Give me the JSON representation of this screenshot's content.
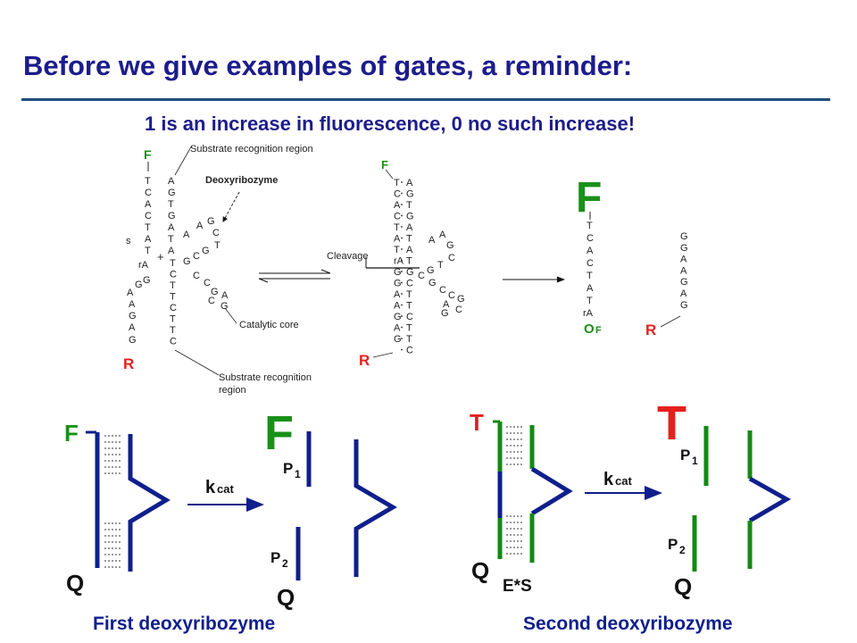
{
  "title": "Before we give examples of gates, a reminder:",
  "subtitle": "1 is an increase in fluorescence, 0 no such increase!",
  "colors": {
    "title": "#1c1c8c",
    "rule": "#1f4e79",
    "green": "#199119",
    "red": "#e6201c",
    "navy": "#0f1f8c",
    "dnaGreen": "#128a12"
  },
  "top": {
    "labels": {
      "f": "F",
      "s": "s",
      "r": "R",
      "plus": "+",
      "ra": "rA",
      "substrate_top": "Substrate recognition region",
      "deoxyribozyme": "Deoxyribozyme",
      "catalytic_core": "Catalytic core",
      "substrate_bottom_1": "Substrate recognition",
      "substrate_bottom_2": "region",
      "cleavage": "Cleavage",
      "of": "O",
      "of_sub": "F"
    },
    "strand1_col1": [
      "T",
      "C",
      "A",
      "C",
      "T",
      "A",
      "T"
    ],
    "strand1_loop": [
      "G",
      "G",
      "A",
      "A",
      "G",
      "A",
      "G"
    ],
    "strand2_col": [
      "A",
      "G",
      "T",
      "G",
      "A",
      "T",
      "A"
    ],
    "strand2_lower": [
      "T",
      "C",
      "T",
      "T",
      "C",
      "T",
      "T",
      "C"
    ],
    "core_bases": [
      "A",
      "A",
      "G",
      "C",
      "T",
      "G",
      "C",
      "G",
      "C",
      "C",
      "G",
      "A",
      "C",
      "G"
    ],
    "complex_left": [
      "T",
      "C",
      "A",
      "C",
      "T",
      "A",
      "T",
      "rA",
      "G",
      "G",
      "A",
      "A",
      "G",
      "A",
      "G"
    ],
    "complex_right": [
      "A",
      "G",
      "T",
      "G",
      "A",
      "T",
      "A",
      "T",
      "G",
      "C",
      "T",
      "T",
      "C",
      "T",
      "T",
      "C"
    ],
    "product_left": [
      "T",
      "C",
      "A",
      "C",
      "T",
      "A",
      "T",
      "rA"
    ],
    "product_right": [
      "G",
      "G",
      "A",
      "A",
      "G",
      "A",
      "G"
    ]
  },
  "bottom": {
    "first": {
      "f": "F",
      "q": "Q",
      "p1": "P",
      "p1_sub": "1",
      "p2": "P",
      "p2_sub": "2",
      "kcat": "k",
      "kcat_sub": "cat",
      "caption": "First deoxyribozyme"
    },
    "second": {
      "t": "T",
      "q": "Q",
      "es": "E*S",
      "p1": "P",
      "p1_sub": "1",
      "p2": "P",
      "p2_sub": "2",
      "kcat": "k",
      "kcat_sub": "cat",
      "caption": "Second deoxyribozyme"
    }
  }
}
